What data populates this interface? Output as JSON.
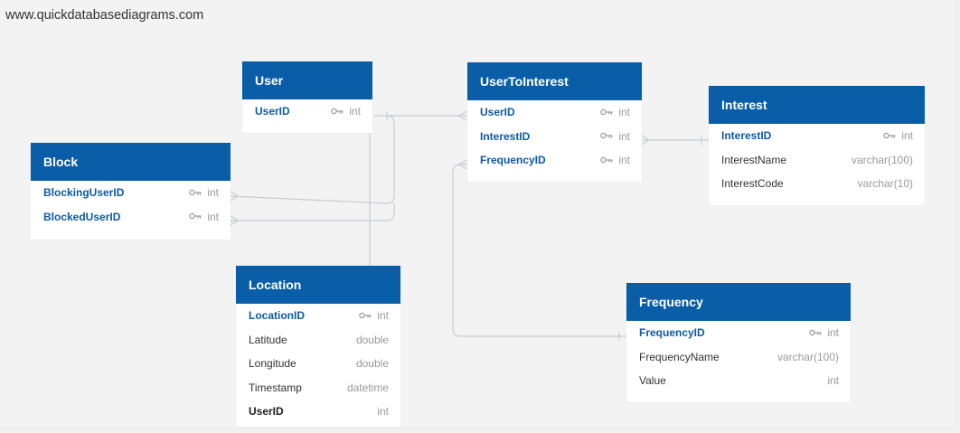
{
  "watermark": "www.quickdatabasediagrams.com",
  "tables": {
    "user": {
      "name": "User",
      "fields": [
        {
          "name": "UserID",
          "type": "int",
          "key": true
        }
      ]
    },
    "user_to_interest": {
      "name": "UserToInterest",
      "fields": [
        {
          "name": "UserID",
          "type": "int",
          "key": true
        },
        {
          "name": "InterestID",
          "type": "int",
          "key": true
        },
        {
          "name": "FrequencyID",
          "type": "int",
          "key": true
        }
      ]
    },
    "interest": {
      "name": "Interest",
      "fields": [
        {
          "name": "InterestID",
          "type": "int",
          "key": true
        },
        {
          "name": "InterestName",
          "type": "varchar(100)"
        },
        {
          "name": "InterestCode",
          "type": "varchar(10)"
        }
      ]
    },
    "block": {
      "name": "Block",
      "fields": [
        {
          "name": "BlockingUserID",
          "type": "int",
          "key": true
        },
        {
          "name": "BlockedUserID",
          "type": "int",
          "key": true
        }
      ]
    },
    "location": {
      "name": "Location",
      "fields": [
        {
          "name": "LocationID",
          "type": "int",
          "key": true
        },
        {
          "name": "Latitude",
          "type": "double"
        },
        {
          "name": "Longitude",
          "type": "double"
        },
        {
          "name": "Timestamp",
          "type": "datetime"
        },
        {
          "name": "UserID",
          "type": "int"
        }
      ]
    },
    "frequency": {
      "name": "Frequency",
      "fields": [
        {
          "name": "FrequencyID",
          "type": "int",
          "key": true
        },
        {
          "name": "FrequencyName",
          "type": "varchar(100)"
        },
        {
          "name": "Value",
          "type": "int"
        }
      ]
    }
  },
  "colors": {
    "header": "#0a5ea8",
    "key_text": "#0d5aa3",
    "type_text": "#9a9a9a",
    "wire": "#c8ccd0",
    "background": "#f3f3f3"
  }
}
